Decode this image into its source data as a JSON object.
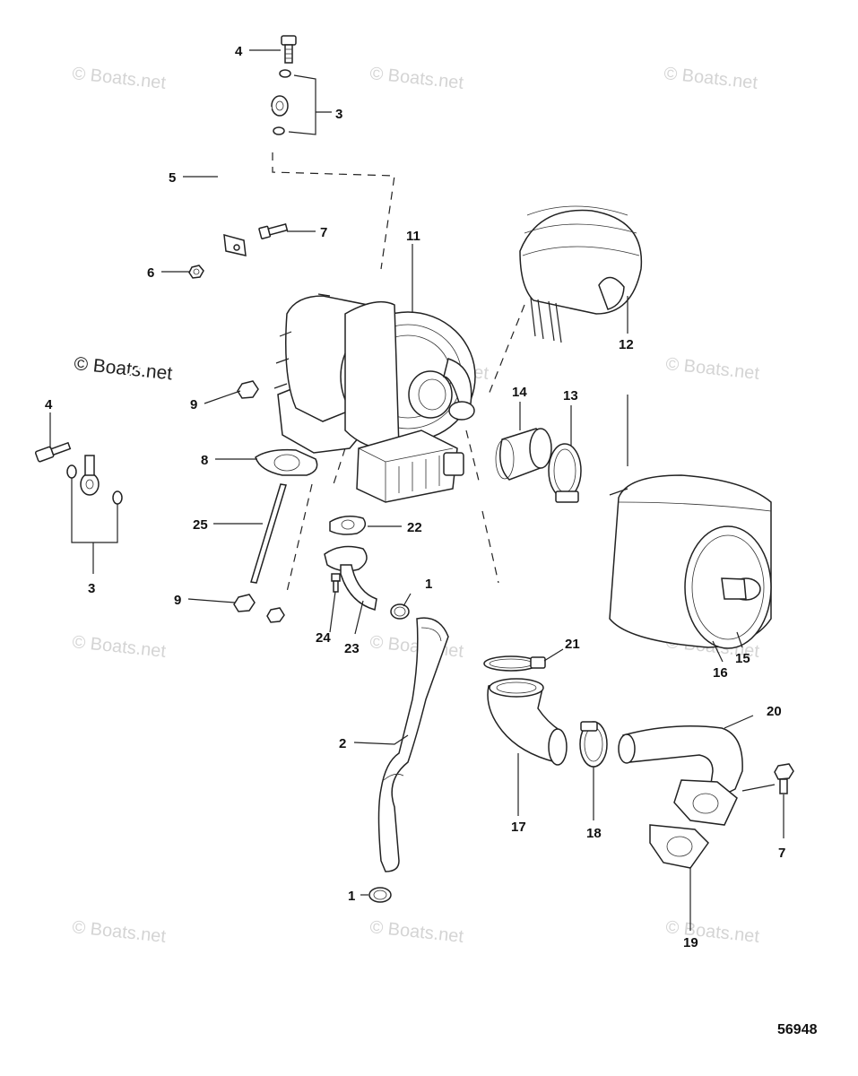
{
  "diagram": {
    "reference_number": "56948",
    "watermarks": [
      "© Boats.net",
      "© Boats.net",
      "© Boats.net",
      "© Boats.net",
      "© Boats.net",
      "© Boats.net",
      "© Boats.net",
      "© Boats.net",
      "© Boats.net",
      "© Boats.net",
      "© Boats.net",
      "© Boats.net"
    ],
    "callouts": [
      "1",
      "1",
      "2",
      "3",
      "3",
      "4",
      "4",
      "5",
      "6",
      "7",
      "7",
      "8",
      "9",
      "9",
      "11",
      "12",
      "13",
      "14",
      "15",
      "16",
      "17",
      "18",
      "19",
      "20",
      "21",
      "22",
      "23",
      "24",
      "25"
    ]
  }
}
